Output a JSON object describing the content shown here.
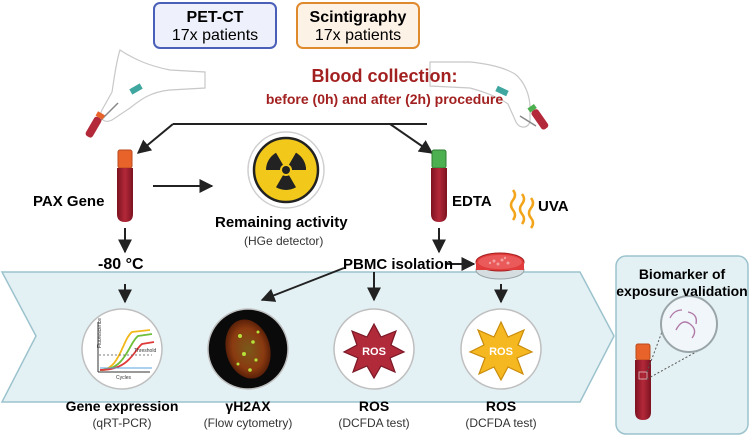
{
  "groups": {
    "petct": {
      "title": "PET-CT",
      "subtitle": "17x patients",
      "border_color": "#4a60b8",
      "fill_color": "#eef0fb"
    },
    "scinti": {
      "title": "Scintigraphy",
      "subtitle": "17x patients",
      "border_color": "#e08a2e",
      "fill_color": "#fdf2e6"
    }
  },
  "blood_collection": {
    "title": "Blood collection:",
    "subtitle": "before (0h) and after (2h) procedure",
    "color": "#a32020"
  },
  "tubes": {
    "paxgene": {
      "label": "PAX Gene",
      "cap_color": "#e8632a"
    },
    "edta": {
      "label": "EDTA",
      "cap_color": "#4caf50"
    }
  },
  "remaining_activity": {
    "title": "Remaining activity",
    "subtitle": "(HGe detector)",
    "icon": "radiation-icon"
  },
  "freeze": {
    "label": "-80 °C"
  },
  "uva": {
    "label": "UVA"
  },
  "pbmc": {
    "label": "PBMC isolation"
  },
  "assays": [
    {
      "title": "Gene expression",
      "subtitle": "(qRT-PCR)",
      "icon": "qpcr-plot-icon",
      "plot": {
        "y_label": "Fluorescence",
        "x_label": "Cycles",
        "threshold_label": "Threshold"
      }
    },
    {
      "title": "γH2AX",
      "subtitle": "(Flow cytometry)",
      "icon": "cell-nucleus-icon"
    },
    {
      "title": "ROS",
      "subtitle": "(DCFDA test)",
      "icon": "ros-burst-icon",
      "badge": "ROS",
      "badge_color": "#b02a3a"
    },
    {
      "title": "ROS",
      "subtitle": "(DCFDA test)",
      "icon": "ros-burst-icon",
      "badge": "ROS",
      "badge_color": "#f5b820"
    }
  ],
  "biomarker": {
    "title_line1": "Biomarker of",
    "title_line2": "exposure validation"
  },
  "colors": {
    "band_fill": "#e4f1f4",
    "band_border": "#9cc3cd",
    "arrow": "#222222",
    "blood": "#9c1c2a"
  }
}
